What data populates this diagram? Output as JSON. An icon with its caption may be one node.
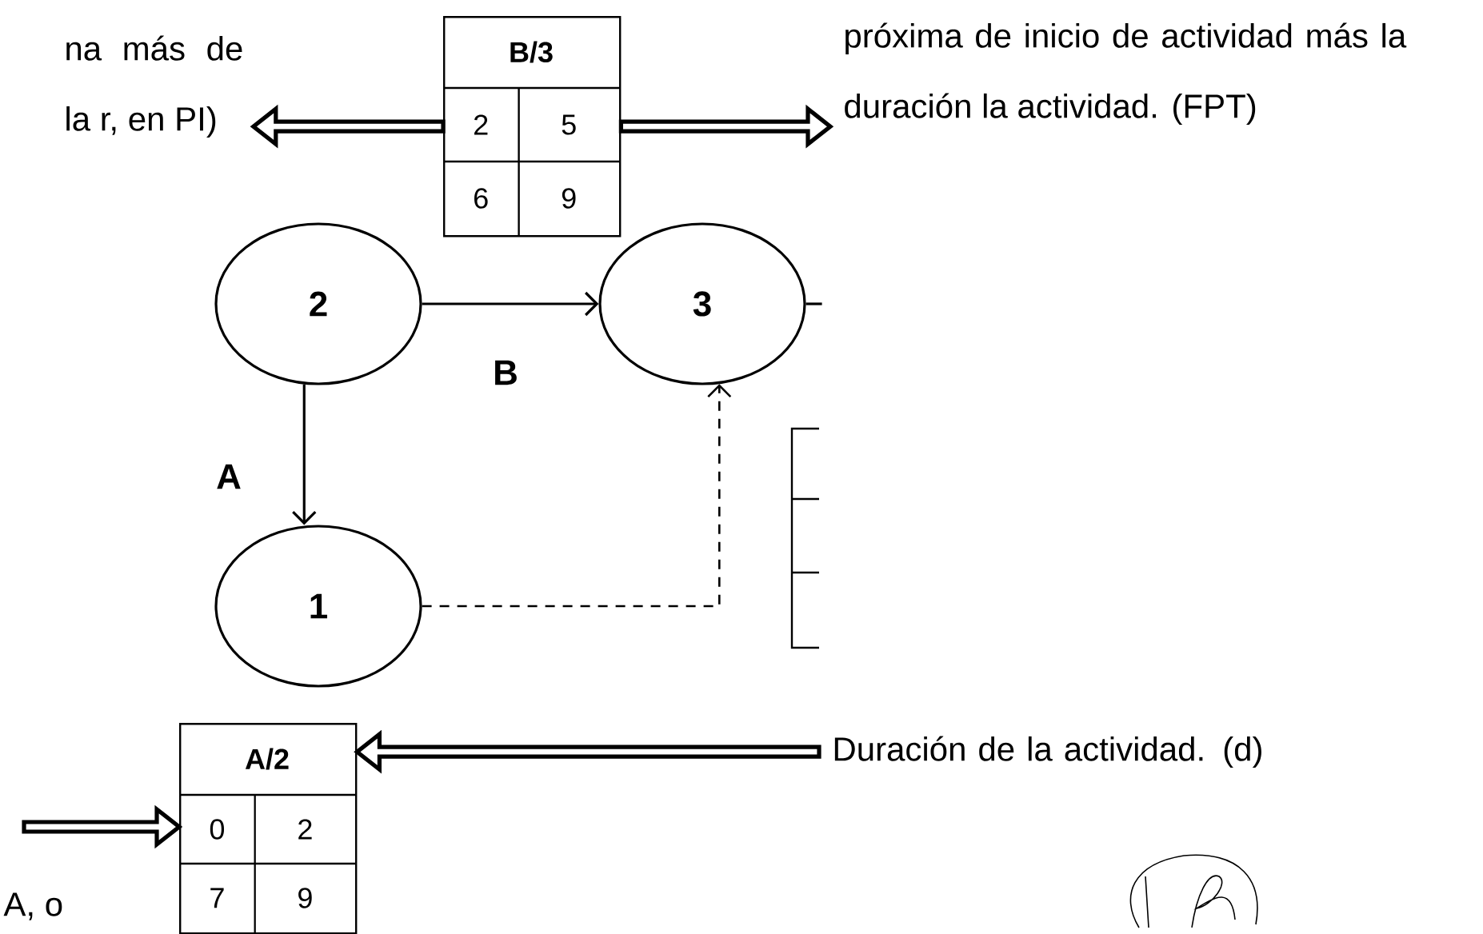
{
  "diagram": {
    "nodes": [
      {
        "text": [
          "na más de la r, en PI)"
        ]
      },
      {
        "text": [
          "B/3",
          "2",
          "5",
          "6",
          "9"
        ]
      },
      {
        "text": [
          "próxima de inicio de actividad más la duración la actividad. (FPT)"
        ]
      },
      {
        "text": [
          "2"
        ]
      },
      {
        "text": [
          "3"
        ]
      },
      {
        "text": [
          "1"
        ]
      },
      {
        "text": [],
        "shape": "box"
      },
      {
        "text": [
          "A/2",
          "0",
          "2",
          "7",
          "9"
        ]
      },
      {
        "text": [
          "Duración de la actividad. (d)"
        ]
      }
    ],
    "edges": [
      {
        "from": 1,
        "to": 0,
        "arrow": "to",
        "style": "thick"
      },
      {
        "from": 1,
        "to": 2,
        "arrow": "to",
        "style": "thick"
      },
      {
        "from": 3,
        "to": 4,
        "arrow": "to",
        "label": "B"
      },
      {
        "from": 3,
        "to": 5,
        "arrow": "to",
        "label": "A"
      },
      {
        "from": 5,
        "to": 4,
        "arrow": "to",
        "style": "dashed"
      },
      {
        "from": 4,
        "to": null,
        "arrow": "none"
      },
      {
        "from": 8,
        "to": 7,
        "arrow": "to",
        "style": "thick"
      },
      {
        "from": null,
        "to": 7,
        "arrow": "to",
        "style": "thick"
      }
    ],
    "labels": [
      "A, o"
    ]
  }
}
